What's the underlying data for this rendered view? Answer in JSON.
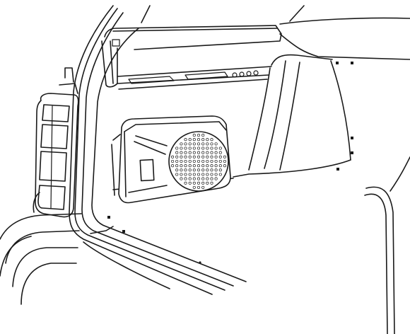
{
  "illustration": {
    "subject": "cargo-area-side-trim-with-speaker",
    "colors": {
      "line": "#1a1a1a",
      "background": "#ffffff"
    },
    "speaker": {
      "grille_rows": 13,
      "grille_cols": 13
    }
  }
}
